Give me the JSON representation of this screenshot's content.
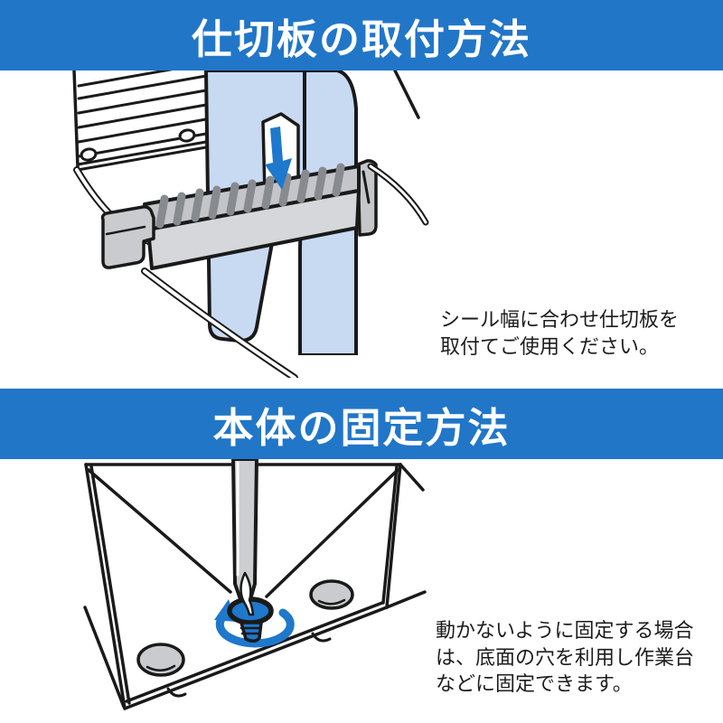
{
  "colors": {
    "banner_blue": "#2176c8",
    "accent_blue": "#1e78cc",
    "plate_light_blue": "#c8daf2",
    "outline_black": "#1a1a1a",
    "gray_light": "#d5d7da",
    "gray_mid": "#c9cbce",
    "gray_rib": "#878b90",
    "caption_text": "#1c1c1c",
    "background": "#ffffff"
  },
  "sections": [
    {
      "title": "仕切板の取付方法",
      "caption_lines": [
        "シール幅に合わせ仕切板を",
        "取付てご使用ください。"
      ],
      "illustration": "partition-plate-insertion-diagram"
    },
    {
      "title": "本体の固定方法",
      "caption_lines": [
        "動かないように固定する場合",
        "は、底面の穴を利用し作業台",
        "などに固定できます。"
      ],
      "illustration": "base-screw-fixing-diagram"
    }
  ]
}
